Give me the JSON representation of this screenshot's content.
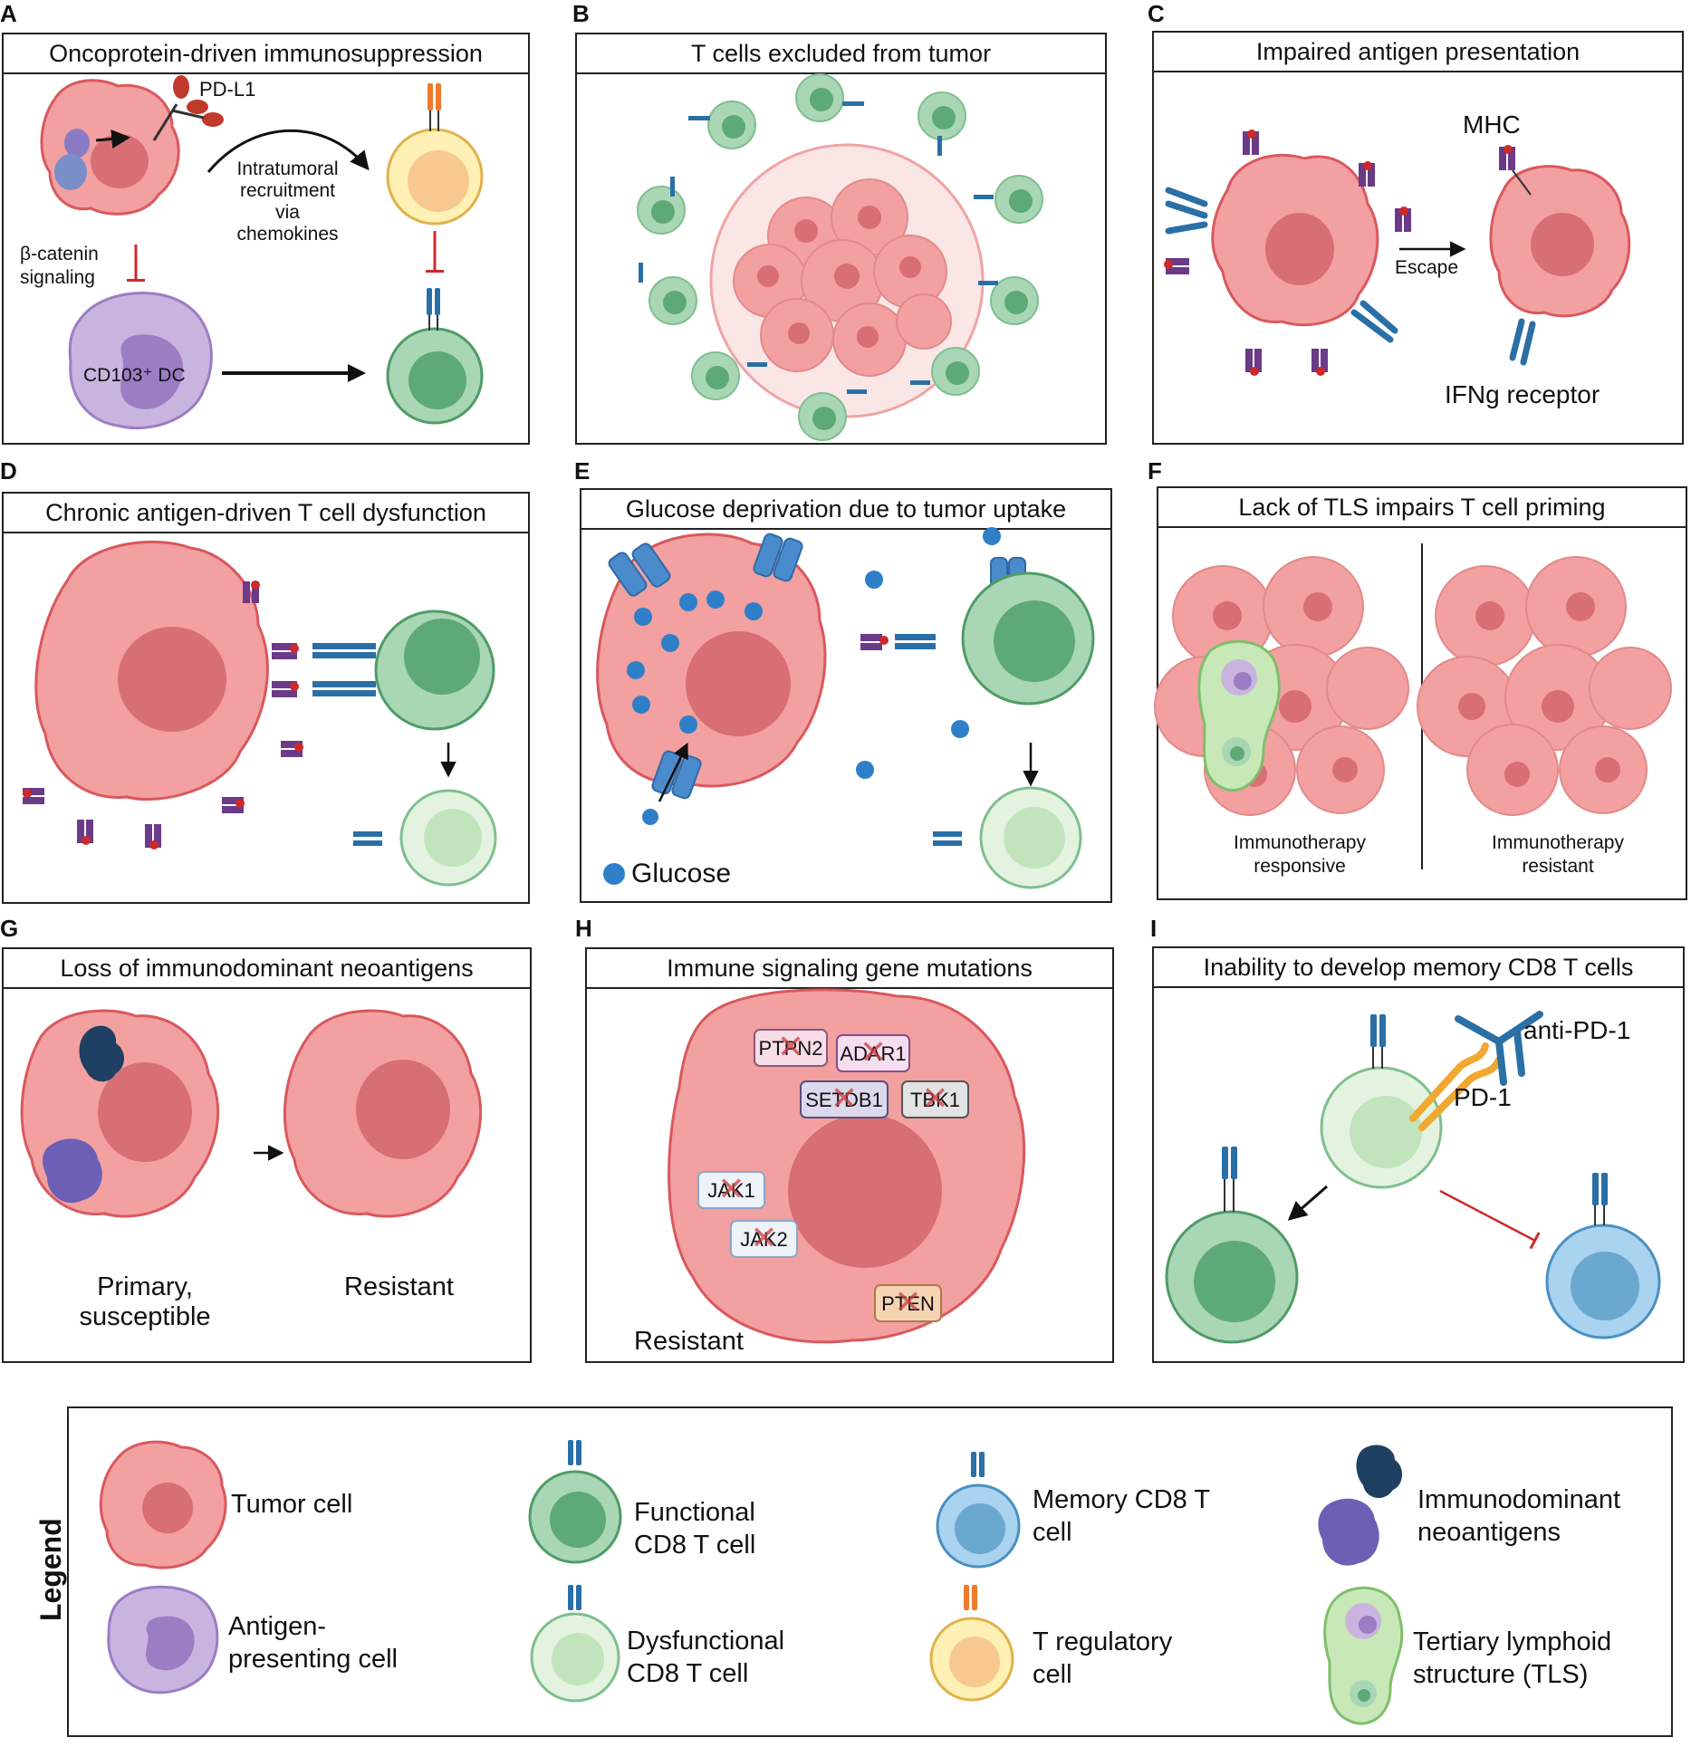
{
  "panels": {
    "a": {
      "letter": "A",
      "title": "Oncoprotein-driven immunosuppression",
      "pdl1": "PD-L1",
      "recruit": "Intratumoral recruitment via chemokines",
      "bcat": "β-catenin signaling",
      "dc": "CD103⁺ DC"
    },
    "b": {
      "letter": "B",
      "title": "T cells excluded from tumor"
    },
    "c": {
      "letter": "C",
      "title": "Impaired antigen presentation",
      "mhc": "MHC",
      "escape": "Escape",
      "ifng": "IFNg receptor"
    },
    "d": {
      "letter": "D",
      "title": "Chronic antigen-driven T cell dysfunction"
    },
    "e": {
      "letter": "E",
      "title": "Glucose deprivation due to tumor uptake",
      "glucose": "Glucose"
    },
    "f": {
      "letter": "F",
      "title": "Lack of TLS impairs T cell priming",
      "responsive": "Immunotherapy responsive",
      "resistant": "Immunotherapy resistant"
    },
    "g": {
      "letter": "G",
      "title": "Loss of immunodominant neoantigens",
      "primary": "Primary, susceptible",
      "resistant": "Resistant"
    },
    "h": {
      "letter": "H",
      "title": "Immune signaling gene mutations",
      "genes": [
        "PTPN2",
        "ADAR1",
        "SETDB1",
        "TBK1",
        "JAK1",
        "JAK2",
        "PTEN"
      ],
      "resistant": "Resistant"
    },
    "i": {
      "letter": "I",
      "title": "Inability to develop memory CD8 T cells",
      "antipd1": "anti-PD-1",
      "pd1": "PD-1"
    }
  },
  "legend": {
    "heading": "Legend",
    "items": [
      {
        "label": "Tumor cell"
      },
      {
        "label": "Antigen-presenting cell"
      },
      {
        "label": "Functional CD8 T cell"
      },
      {
        "label": "Dysfunctional CD8 T cell"
      },
      {
        "label": "Memory CD8 T cell"
      },
      {
        "label": "T regulatory cell"
      },
      {
        "label": "Immunodominant neoantigens"
      },
      {
        "label": "Tertiary lymphoid structure (TLS)"
      }
    ]
  },
  "colors": {
    "tumor": "#f2a0a0",
    "tumor_nucleus": "#d86f74",
    "tumor_edge": "#d9585e",
    "functional_t": "#a9d6b4",
    "functional_t_nucleus": "#5daa78",
    "dysfunctional_t": "#e3f3df",
    "dysfunctional_t_nucleus": "#c2e4bd",
    "memory_t": "#a9d3ef",
    "memory_t_nucleus": "#6aa8cf",
    "treg": "#fff0b5",
    "treg_nucleus": "#f7c98f",
    "apc": "#c9b4e0",
    "apc_nucleus": "#9b7dc4",
    "receptor": "#2a6fa6",
    "mhc": "#6b3a88",
    "glucose": "#2f7fc8",
    "inhibit": "#cc2a2a"
  }
}
